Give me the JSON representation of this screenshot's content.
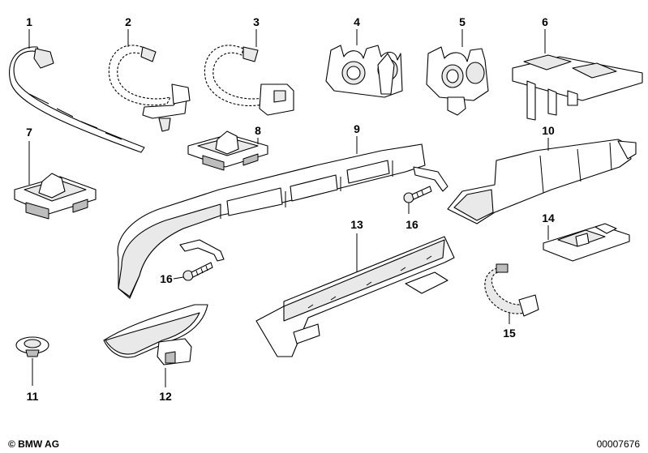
{
  "parts": [
    {
      "id": "p1",
      "label": "1"
    },
    {
      "id": "p2",
      "label": "2"
    },
    {
      "id": "p3",
      "label": "3"
    },
    {
      "id": "p4",
      "label": "4"
    },
    {
      "id": "p5",
      "label": "5"
    },
    {
      "id": "p6",
      "label": "6"
    },
    {
      "id": "p7",
      "label": "7"
    },
    {
      "id": "p8",
      "label": "8"
    },
    {
      "id": "p9",
      "label": "9"
    },
    {
      "id": "p10",
      "label": "10"
    },
    {
      "id": "p11",
      "label": "11"
    },
    {
      "id": "p12",
      "label": "12"
    },
    {
      "id": "p13",
      "label": "13"
    },
    {
      "id": "p14",
      "label": "14"
    },
    {
      "id": "p15",
      "label": "15"
    },
    {
      "id": "p16a",
      "label": "16"
    },
    {
      "id": "p16b",
      "label": "16"
    }
  ],
  "footer": {
    "copyright": "© BMW AG",
    "doc_number": "00007676"
  }
}
